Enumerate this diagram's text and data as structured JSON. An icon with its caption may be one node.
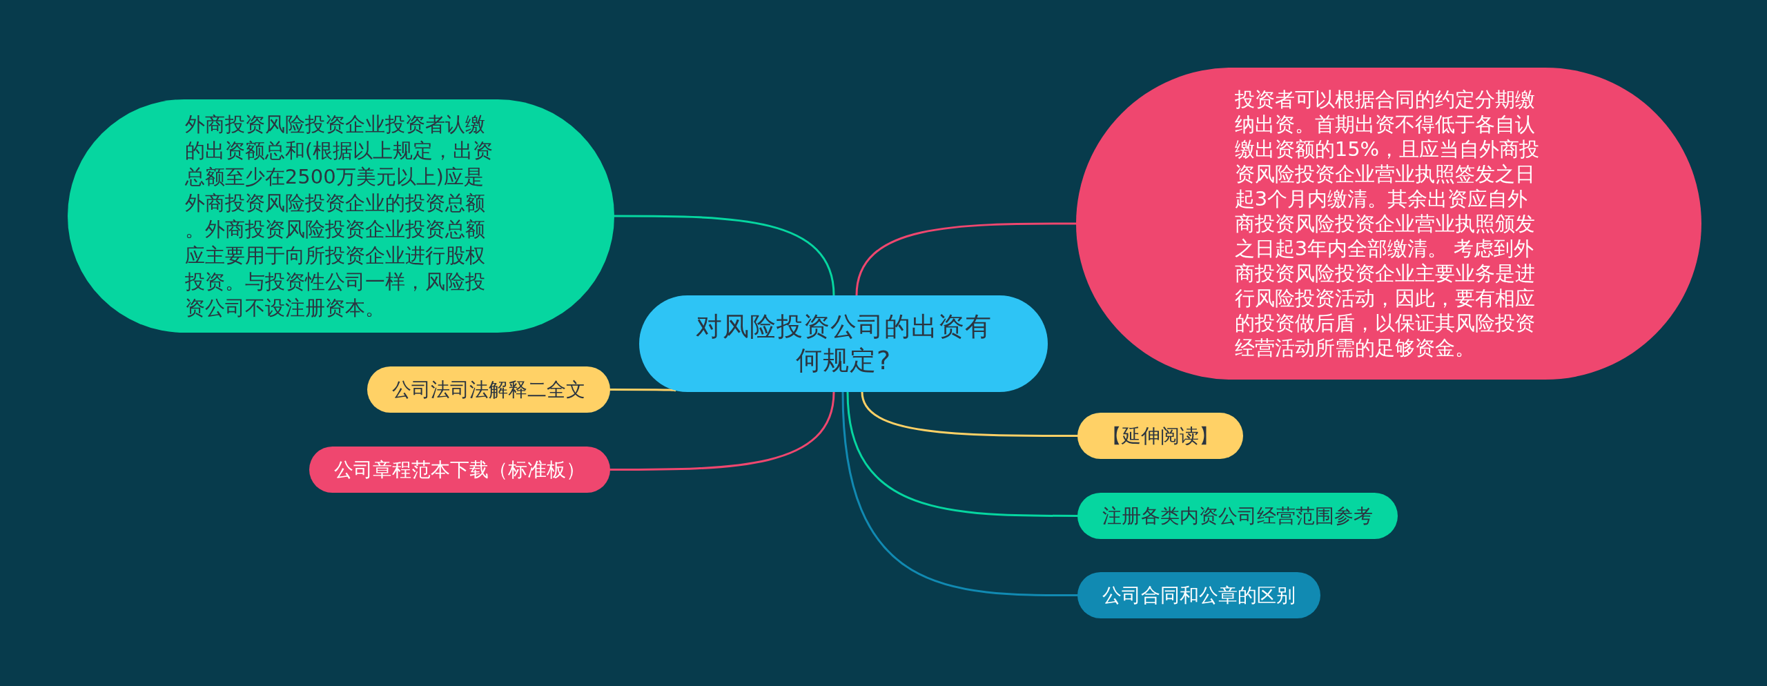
{
  "diagram": {
    "nodes": [
      {
        "text": [
          "对风险投资公司的出资有何规定?"
        ]
      },
      {
        "text": [
          "外商投资风险投资企业投资者认缴的出资额总和(根据以上规定，出资总额至少在2500万美元以上)应是外商投资风险投资企业的投资总额。外商投资风险投资企业投资总额应主要用于向所投资企业进行股权投资。与投资性公司一样，风险投资公司不设注册资本。"
        ]
      },
      {
        "text": [
          "投资者可以根据合同的约定分期缴纳出资。首期出资不得低于各自认缴出资额的15%，且应当自外商投资风险投资企业营业执照签发之日起3个月内缴清。其余出资应自外商投资风险投资企业营业执照颁发之日起3年内全部缴清。 考虑到外商投资风险投资企业主要业务是进行风险投资活动，因此，要有相应的投资做后盾，以保证其风险投资经营活动所需的足够资金。"
        ]
      },
      {
        "text": [
          "公司法司法解释二全文"
        ]
      },
      {
        "text": [
          "公司章程范本下载（标准板）"
        ]
      },
      {
        "text": [
          "【延伸阅读】"
        ]
      },
      {
        "text": [
          "注册各类内资公司经营范围参考"
        ]
      },
      {
        "text": [
          "公司合同和公章的区别"
        ]
      }
    ],
    "edges": [
      {
        "from": 0,
        "to": 1,
        "arrow": "none",
        "color": "#06d6a0"
      },
      {
        "from": 0,
        "to": 2,
        "arrow": "none",
        "color": "#ef476f"
      },
      {
        "from": 0,
        "to": 3,
        "arrow": "none",
        "color": "#ffd166"
      },
      {
        "from": 0,
        "to": 4,
        "arrow": "none",
        "color": "#ef476f"
      },
      {
        "from": 0,
        "to": 5,
        "arrow": "none",
        "color": "#ffd166"
      },
      {
        "from": 0,
        "to": 6,
        "arrow": "none",
        "color": "#06d6a0"
      },
      {
        "from": 0,
        "to": 7,
        "arrow": "none",
        "color": "#118ab2"
      }
    ]
  }
}
